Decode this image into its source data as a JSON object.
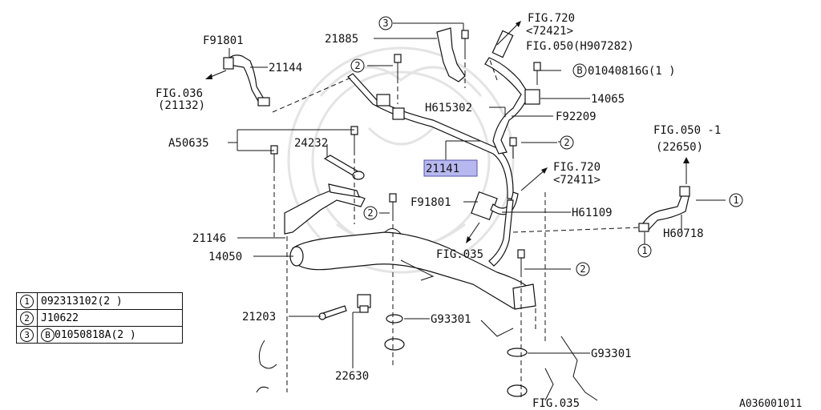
{
  "part_labels": {
    "p_21141": "21141",
    "p_21885": "21885",
    "p_21144": "21144",
    "p_14065": "14065",
    "p_24232": "24232",
    "p_a50635": "A50635",
    "p_f91801_top": "F91801",
    "p_f91801_mid": "F91801",
    "p_h615302": "H615302",
    "p_f92209": "F92209",
    "p_h61109": "H61109",
    "p_h60718": "H60718",
    "p_21146": "21146",
    "p_14050": "14050",
    "p_21203": "21203",
    "p_22630": "22630",
    "p_g93301_a": "G93301",
    "p_g93301_b": "G93301",
    "p_b01040816g": "01040816G(1 )"
  },
  "fig_refs": {
    "fig036": "FIG.036",
    "fig036_sub": "(21132)",
    "fig720a": "FIG.720",
    "fig720a_sub": "<72421>",
    "fig050": "FIG.050(H907282)",
    "fig720b": "FIG.720",
    "fig720b_sub": "<72411>",
    "fig050_1": "FIG.050 -1",
    "fig050_1_sub": "(22650)",
    "fig035_a": "FIG.035",
    "fig035_b": "FIG.035"
  },
  "callouts": {
    "c1": "1",
    "c2": "2",
    "c3": "3",
    "b": "B"
  },
  "legend": [
    {
      "key": "1",
      "value": "092313102(2 )"
    },
    {
      "key": "2",
      "value": "J10622"
    },
    {
      "key": "3",
      "prefix": "B",
      "value": "01050818A(2 )"
    }
  ],
  "diagram_id": "A036001011"
}
